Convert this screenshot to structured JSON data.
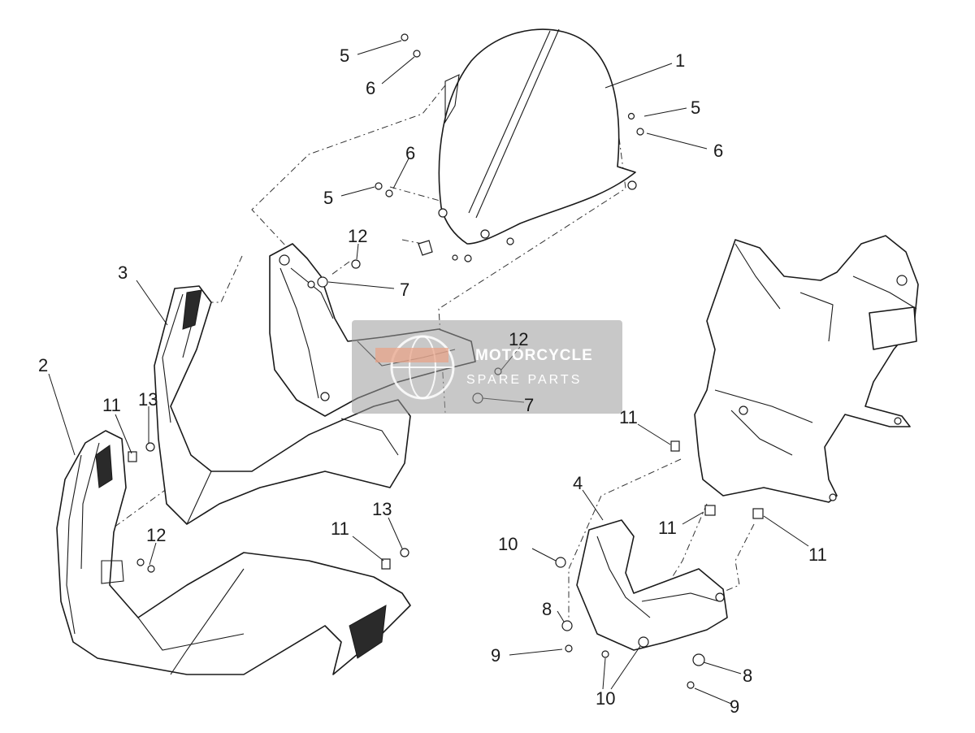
{
  "diagram": {
    "watermark": {
      "line1": "MOTORCYCLE",
      "line2": "SPARE PARTS"
    },
    "callouts": [
      {
        "id": "c1",
        "text": "1"
      },
      {
        "id": "c2",
        "text": "2"
      },
      {
        "id": "c3",
        "text": "3"
      },
      {
        "id": "c4",
        "text": "4"
      },
      {
        "id": "c5a",
        "text": "5"
      },
      {
        "id": "c5b",
        "text": "5"
      },
      {
        "id": "c5c",
        "text": "5"
      },
      {
        "id": "c6a",
        "text": "6"
      },
      {
        "id": "c6b",
        "text": "6"
      },
      {
        "id": "c6c",
        "text": "6"
      },
      {
        "id": "c7a",
        "text": "7"
      },
      {
        "id": "c7b",
        "text": "7"
      },
      {
        "id": "c8a",
        "text": "8"
      },
      {
        "id": "c8b",
        "text": "8"
      },
      {
        "id": "c9a",
        "text": "9"
      },
      {
        "id": "c9b",
        "text": "9"
      },
      {
        "id": "c10a",
        "text": "10"
      },
      {
        "id": "c10b",
        "text": "10"
      },
      {
        "id": "c11a",
        "text": "11"
      },
      {
        "id": "c11b",
        "text": "11"
      },
      {
        "id": "c11c",
        "text": "11"
      },
      {
        "id": "c11d",
        "text": "11"
      },
      {
        "id": "c11e",
        "text": "11"
      },
      {
        "id": "c12a",
        "text": "12"
      },
      {
        "id": "c12b",
        "text": "12"
      },
      {
        "id": "c12c",
        "text": "12"
      },
      {
        "id": "c13a",
        "text": "13"
      },
      {
        "id": "c13b",
        "text": "13"
      }
    ]
  }
}
